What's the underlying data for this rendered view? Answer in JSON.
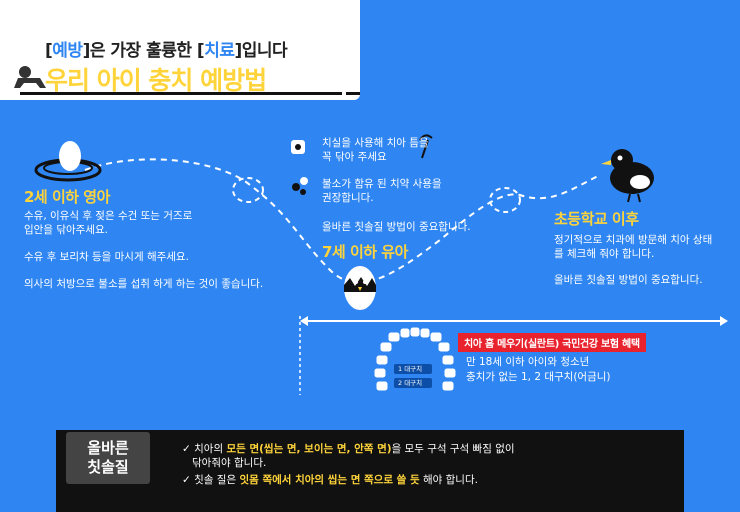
{
  "header": {
    "subtitle_part1": "[",
    "subtitle_word1": "예방",
    "subtitle_part2": "]은 가장 훌륭한 [",
    "subtitle_word2": "치료",
    "subtitle_part3": "]입니다",
    "title": "우리 아이 충치 예방법"
  },
  "stage1": {
    "heading": "2세 이하 영아",
    "line1": "수유, 이유식 후 젖은 수건 또는 거즈로",
    "line2": "입안을 닦아주세요.",
    "line3": "수유 후 보리차 등을 마시게 해주세요.",
    "line4": "의사의 처방으로 불소를 섭취 하게 하는 것이 좋습니다."
  },
  "stage2": {
    "tip1_line1": "치실을 사용해 치아 틈을",
    "tip1_line2": "꼭 닦아 주세요",
    "tip2_line1": "불소가 함유 된 치약 사용을",
    "tip2_line2": "권장합니다.",
    "tip3": "올바른 칫솔질 방법이 중요합니다.",
    "heading": "7세 이하 유아"
  },
  "stage3": {
    "heading": "초등학교 이후",
    "line1": "정기적으로 치과에 방문해 치아 상태",
    "line2": "를 체크해 줘야 합니다.",
    "line3": "올바른 칫솔질 방법이 중요합니다."
  },
  "benefit": {
    "badge": "치아 홈 메우기(실란트) 국민건강 보험 혜택",
    "line1": "만 18세 이하 아이와 청소년",
    "line2": "충치가 없는 1, 2 대구치(어금니)",
    "molar1": "1 대구치",
    "molar2": "2 대구치"
  },
  "brushing": {
    "label_line1": "올바른",
    "label_line2": "칫솔질",
    "check": "✓",
    "line1_a": " 치아의 ",
    "line1_hl": "모든 면(씹는 면, 보이는 면, 안쪽 면)",
    "line1_b": "을 모두 구석 구석 빠짐 없이",
    "line1_c": "닦아줘야 합니다.",
    "line2_a": " 칫솔 질은 ",
    "line2_hl1": "잇몸 쪽에서 치아의 씹는 면 쪽으로 쓸 듯",
    "line2_b": " 해야 합니다."
  },
  "colors": {
    "background": "#2f86f2",
    "accent": "#ffd43b",
    "badge": "#e8232e"
  }
}
